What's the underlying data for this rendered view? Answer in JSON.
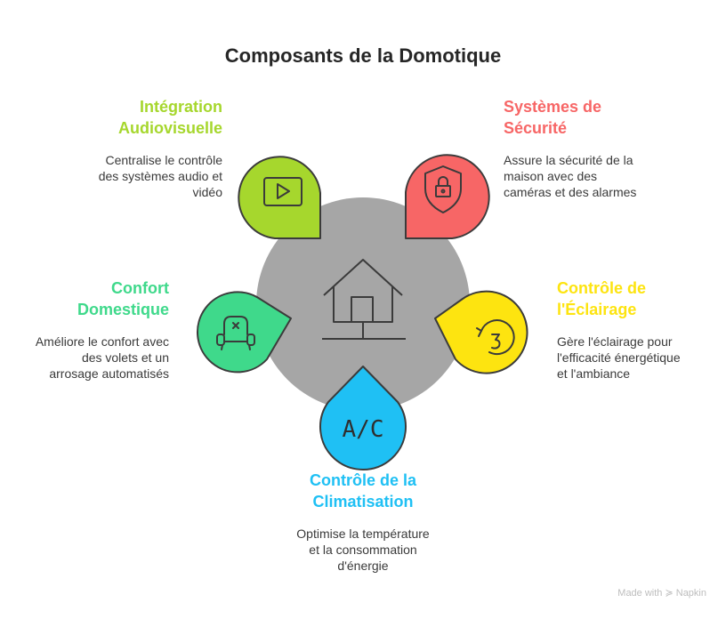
{
  "title": "Composants de la Domotique",
  "colors": {
    "audiovisual": "#a6d72d",
    "security": "#f76666",
    "lighting": "#fde410",
    "climate": "#1fc0f4",
    "comfort": "#3fd98b",
    "hub": "#a6a6a6"
  },
  "hub": {
    "icon": "house-icon"
  },
  "components": {
    "audiovisual": {
      "heading": "Intégration\nAudiovisuelle",
      "description": "Centralise le contrôle\ndes systèmes audio et\nvidéo",
      "icon": "play-icon"
    },
    "security": {
      "heading": "Systèmes de\nSécurité",
      "description": "Assure la sécurité de la\nmaison avec des\ncaméras et des alarmes",
      "icon": "shield-lock-icon"
    },
    "comfort": {
      "heading": "Confort\nDomestique",
      "description": "Améliore le confort avec\ndes volets et un\narrosage automatisés",
      "icon": "armchair-icon"
    },
    "lighting": {
      "heading": "Contrôle de\nl'Éclairage",
      "description": "Gère l'éclairage pour\nl'efficacité énergétique\net l'ambiance",
      "icon": "dimmer-icon"
    },
    "climate": {
      "heading": "Contrôle de la\nClimatisation",
      "description": "Optimise la température\net la consommation\nd'énergie",
      "icon_text": "A/C"
    }
  },
  "footer": "Made with ≽ Napkin"
}
